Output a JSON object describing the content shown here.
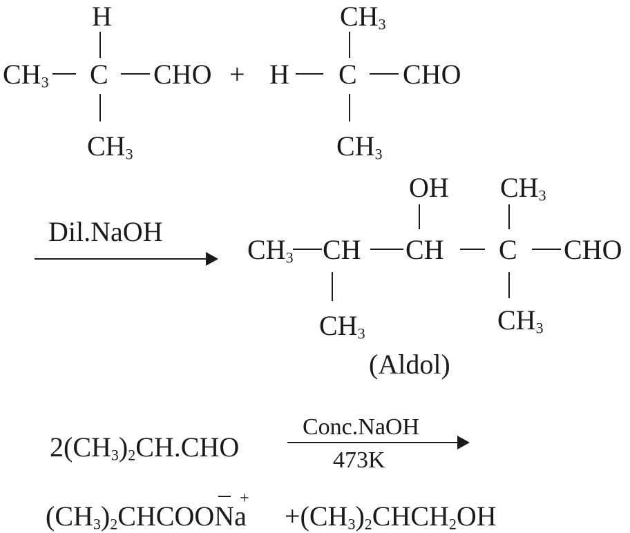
{
  "reactant1": {
    "top": "H",
    "left": "CH",
    "left_sub": "3",
    "center": "C",
    "right": "CHO",
    "bottom": "CH",
    "bottom_sub": "3"
  },
  "plus": "+",
  "reactant2": {
    "top": "CH",
    "top_sub": "3",
    "left": "H",
    "center": "C",
    "right": "CHO",
    "bottom": "CH",
    "bottom_sub": "3"
  },
  "arrow1": {
    "label": "Dil.NaOH"
  },
  "aldol": {
    "ch3": "CH",
    "ch3_sub": "3",
    "ch_a": "CH",
    "ch_a_bottom": "CH",
    "ch_a_bottom_sub": "3",
    "ch_b": "CH",
    "oh": "OH",
    "c": "C",
    "c_top": "CH",
    "c_top_sub": "3",
    "c_bottom": "CH",
    "c_bottom_sub": "3",
    "cho": "CHO",
    "name": "(Aldol)"
  },
  "cannizzaro": {
    "reactant_prefix": "2(CH",
    "reactant_sub1": "3",
    "reactant_mid": ")",
    "reactant_sub2": "2",
    "reactant_suffix": "CH.CHO",
    "condition_top": "Conc.NaOH",
    "condition_bottom": "473K"
  },
  "products": {
    "p1_a": "(CH",
    "p1_sub1": "3",
    "p1_b": ")",
    "p1_sub2": "2",
    "p1_c": "CHCO",
    "p1_o": "O",
    "p1_na": "Na",
    "plus_sign": "+",
    "minus_sign": "",
    "p2_a": "+(CH",
    "p2_sub1": "3",
    "p2_b": ")",
    "p2_sub2": "2",
    "p2_c": "CHCH",
    "p2_sub3": "2",
    "p2_d": "OH"
  }
}
